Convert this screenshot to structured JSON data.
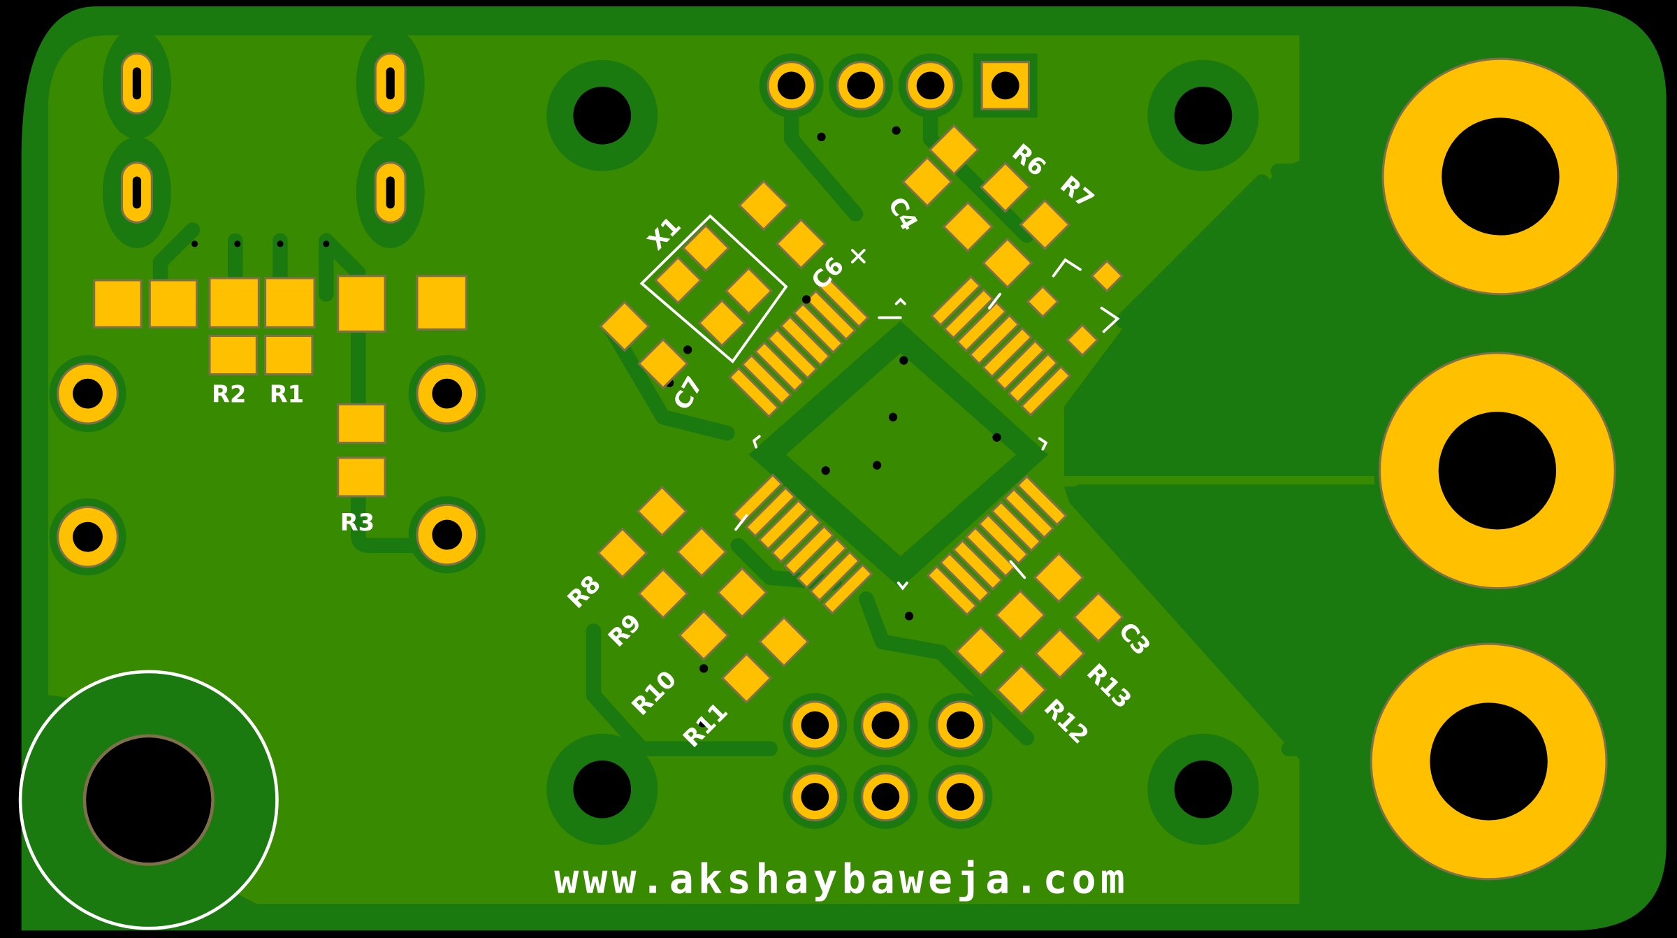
{
  "board": {
    "url_text": "www.akshaybaweja.com",
    "colors": {
      "background": "#000000",
      "mask": "#1a7a10",
      "copper_pour": "#388a00",
      "pad": "#ffc000",
      "pad_edge": "#80704a",
      "silkscreen": "#ffffff",
      "hole": "#000000"
    }
  },
  "references": {
    "x1": "X1",
    "c3": "C3",
    "c4": "C4",
    "c6": "C6",
    "c7": "C7",
    "r1": "R1",
    "r2": "R2",
    "r3": "R3",
    "r6": "R6",
    "r7": "R7",
    "r8": "R8",
    "r9": "R9",
    "r10": "R10",
    "r11": "R11",
    "r12": "R12",
    "r13": "R13"
  }
}
